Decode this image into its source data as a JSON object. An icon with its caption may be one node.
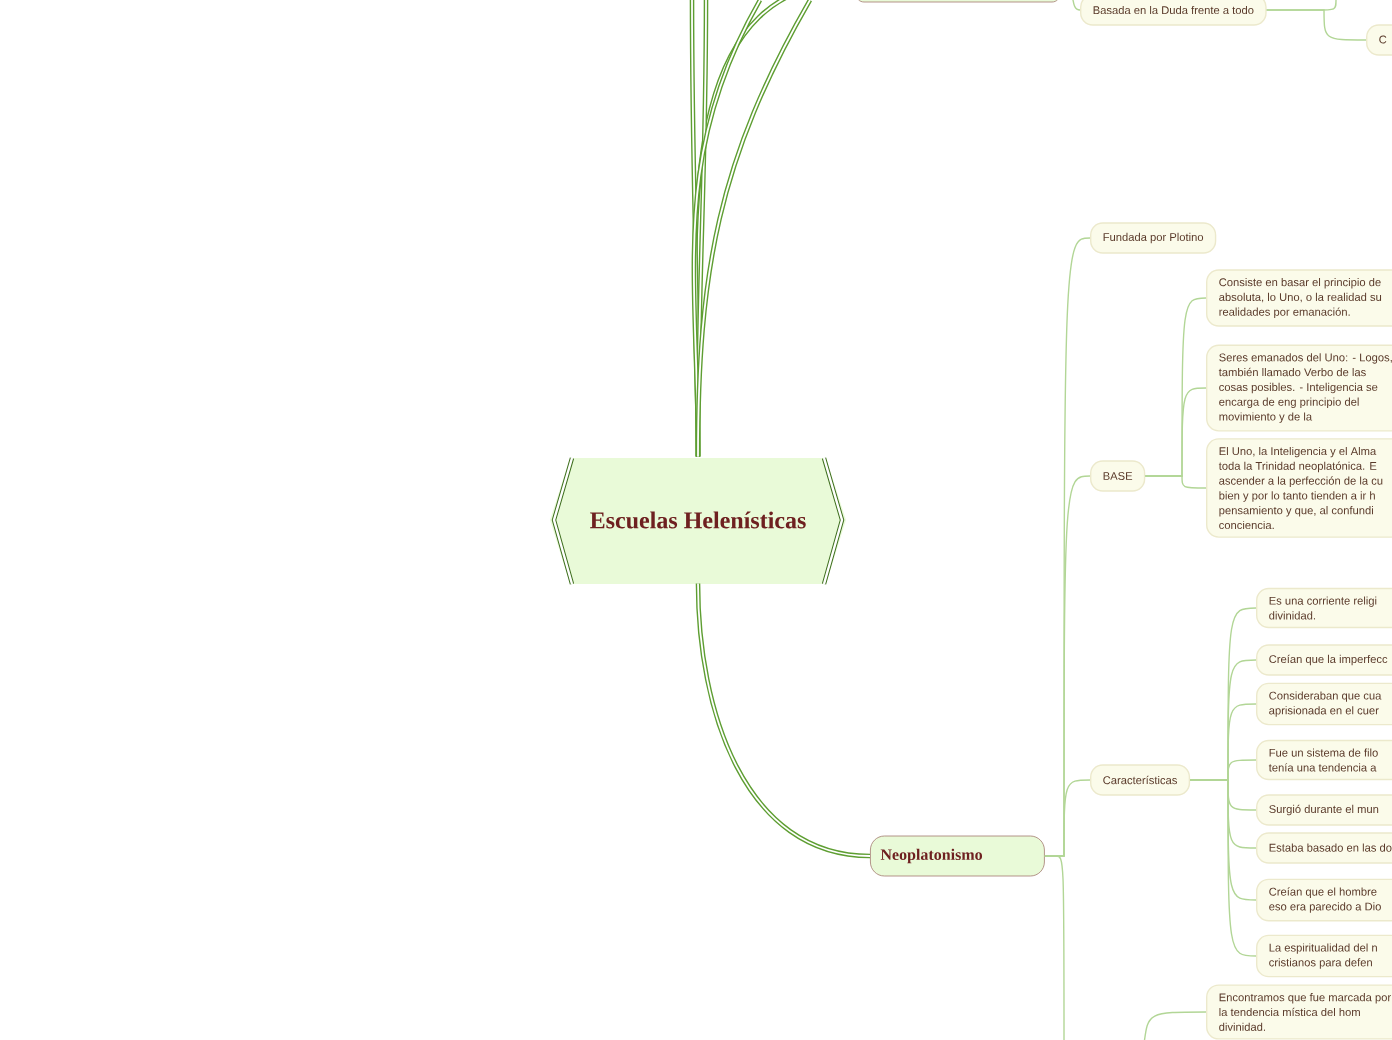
{
  "diagram": {
    "nodes": [
      {
        "text": [
          "Escuelas Helenísticas"
        ]
      },
      {
        "text": [],
        "shape": "box"
      },
      {
        "text": [
          "Basada en la Duda frente a todo"
        ]
      },
      {
        "text": [
          "C"
        ]
      },
      {
        "text": [
          "Neoplatonismo"
        ]
      },
      {
        "text": [
          "Fundada por Plotino"
        ]
      },
      {
        "text": [
          "BASE"
        ]
      },
      {
        "text": [
          "Consiste en basar el principio de absoluta, lo Uno, o la realidad su realidades por emanación."
        ]
      },
      {
        "text": [
          "Seres emanados del Uno: - Logos, también llamado Verbo de las cosas posibles. - Inteligencia se encarga de eng principio del movimiento y de la"
        ]
      },
      {
        "text": [
          "El Uno, la Inteligencia y el Alma toda la Trinidad neoplatónica. E ascender a la perfección de la cu bien y por lo tanto tienden a ir h pensamiento y que, al confundi conciencia."
        ]
      },
      {
        "text": [
          "Características"
        ]
      },
      {
        "text": [
          "Es una corriente religi divinidad."
        ]
      },
      {
        "text": [
          "Creían que la imperfecc"
        ]
      },
      {
        "text": [
          "Consideraban que cua aprisionada en el cuer"
        ]
      },
      {
        "text": [
          "Fue un sistema de filo tenía una tendencia a"
        ]
      },
      {
        "text": [
          "Surgió durante el mun"
        ]
      },
      {
        "text": [
          "Estaba basado en las do"
        ]
      },
      {
        "text": [
          "Creían que el hombre eso era parecido a Dio"
        ]
      },
      {
        "text": [
          "La espiritualidad del n cristianos para defen"
        ]
      },
      {
        "text": [
          "Encontramos que fue marcada por la tendencia mística del hom divinidad."
        ]
      }
    ],
    "edges": [
      {
        "from": 0,
        "to": 1,
        "arrow": "none",
        "style": "thick",
        "color": "#5e9e32"
      },
      {
        "from": 0,
        "to": null,
        "arrow": "none",
        "style": "thick",
        "color": "#5e9e32"
      },
      {
        "from": 0,
        "to": null,
        "arrow": "none",
        "style": "thick",
        "color": "#5e9e32"
      },
      {
        "from": 0,
        "to": null,
        "arrow": "none",
        "style": "thick",
        "color": "#5e9e32"
      },
      {
        "from": 0,
        "to": null,
        "arrow": "none",
        "style": "thick",
        "color": "#5e9e32"
      },
      {
        "from": 0,
        "to": 4,
        "arrow": "none",
        "style": "thick",
        "color": "#5e9e32"
      },
      {
        "from": 1,
        "to": 2,
        "arrow": "none"
      },
      {
        "from": 2,
        "to": 3,
        "arrow": "none"
      },
      {
        "from": 2,
        "to": null,
        "arrow": "none"
      },
      {
        "from": 4,
        "to": 5,
        "arrow": "none"
      },
      {
        "from": 4,
        "to": 6,
        "arrow": "none"
      },
      {
        "from": 4,
        "to": 10,
        "arrow": "none"
      },
      {
        "from": 4,
        "to": null,
        "arrow": "none"
      },
      {
        "from": 6,
        "to": 7,
        "arrow": "none"
      },
      {
        "from": 6,
        "to": 8,
        "arrow": "none"
      },
      {
        "from": 6,
        "to": 9,
        "arrow": "none"
      },
      {
        "from": 10,
        "to": 11,
        "arrow": "none"
      },
      {
        "from": 10,
        "to": 12,
        "arrow": "none"
      },
      {
        "from": 10,
        "to": 13,
        "arrow": "none"
      },
      {
        "from": 10,
        "to": 14,
        "arrow": "none"
      },
      {
        "from": 10,
        "to": 15,
        "arrow": "none"
      },
      {
        "from": 10,
        "to": 16,
        "arrow": "none"
      },
      {
        "from": 10,
        "to": 17,
        "arrow": "none"
      },
      {
        "from": 10,
        "to": 18,
        "arrow": "none"
      },
      {
        "from": null,
        "to": 19,
        "arrow": "none"
      }
    ]
  }
}
